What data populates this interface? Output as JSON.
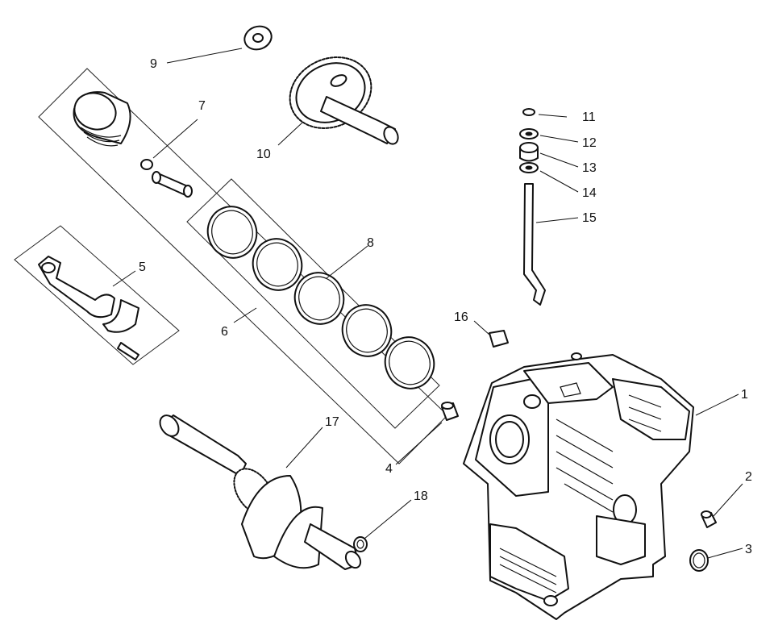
{
  "diagram": {
    "callouts": [
      {
        "id": "1",
        "label": "1"
      },
      {
        "id": "2",
        "label": "2"
      },
      {
        "id": "3",
        "label": "3"
      },
      {
        "id": "4",
        "label": "4"
      },
      {
        "id": "5",
        "label": "5"
      },
      {
        "id": "6",
        "label": "6"
      },
      {
        "id": "7",
        "label": "7"
      },
      {
        "id": "8",
        "label": "8"
      },
      {
        "id": "9",
        "label": "9"
      },
      {
        "id": "10",
        "label": "10"
      },
      {
        "id": "11",
        "label": "11"
      },
      {
        "id": "12",
        "label": "12"
      },
      {
        "id": "13",
        "label": "13"
      },
      {
        "id": "14",
        "label": "14"
      },
      {
        "id": "15",
        "label": "15"
      },
      {
        "id": "16",
        "label": "16"
      },
      {
        "id": "17",
        "label": "17"
      },
      {
        "id": "18",
        "label": "18"
      }
    ]
  }
}
